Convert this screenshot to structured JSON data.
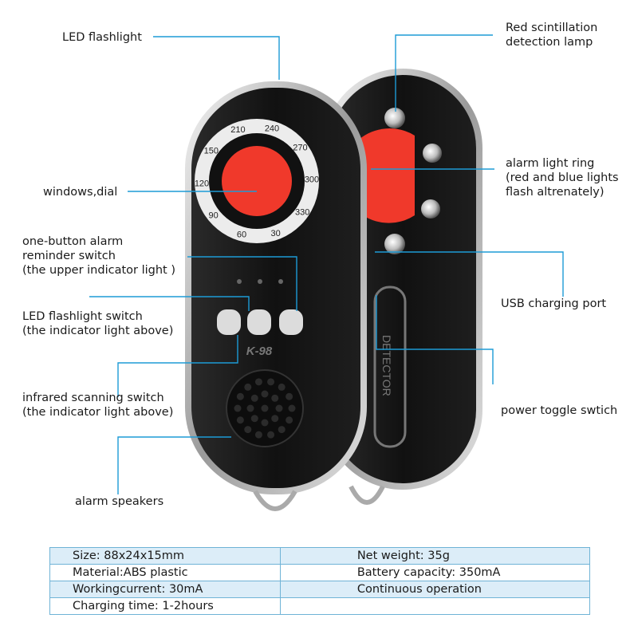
{
  "labels": {
    "led_flashlight": "LED flashlight",
    "windows_dial": "windows,dial",
    "alarm_reminder_switch": "one-button alarm\nreminder switch\n(the upper indicator light )",
    "led_flashlight_switch": "LED flashlight switch\n(the indicator light above)",
    "infrared_switch": "infrared scanning switch\n(the indicator light above)",
    "alarm_speakers": "alarm speakers",
    "red_lamp": "Red scintillation\ndetection lamp",
    "alarm_light_ring": "alarm light ring\n(red and blue lights\nflash altrenately)",
    "usb_port": "USB charging port",
    "power_switch": "power toggle swtich"
  },
  "device": {
    "model": "K-98",
    "side_text": "DETECTOR",
    "dial_numbers": [
      "210",
      "240",
      "270",
      "300",
      "330",
      "30",
      "60",
      "90",
      "120",
      "150"
    ]
  },
  "specs": [
    [
      "Size: 88x24x15mm",
      "Net weight: 35g"
    ],
    [
      "Material:ABS plastic",
      "Battery capacity: 350mA"
    ],
    [
      "Workingcurrent: 30mA",
      "Continuous operation"
    ],
    [
      "Charging time: 1-2hours",
      ""
    ]
  ],
  "colors": {
    "leader": "#1d9bd6",
    "lens": "#f0392b",
    "table_border": "#6fb3d6",
    "table_fill": "#dcedf8"
  }
}
